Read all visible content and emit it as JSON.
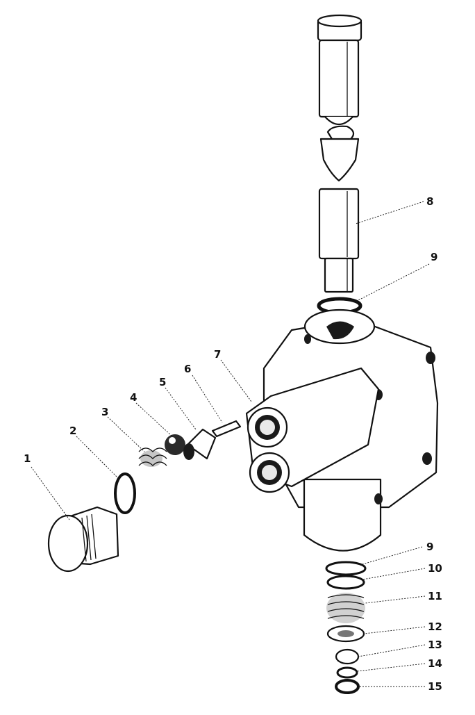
{
  "colors": {
    "ink": "#111111",
    "paper": "#ffffff"
  },
  "callouts": [
    {
      "id": "1",
      "text": "1"
    },
    {
      "id": "2",
      "text": "2"
    },
    {
      "id": "3",
      "text": "3"
    },
    {
      "id": "4",
      "text": "4"
    },
    {
      "id": "5",
      "text": "5"
    },
    {
      "id": "6",
      "text": "6"
    },
    {
      "id": "7",
      "text": "7"
    },
    {
      "id": "8",
      "text": "8"
    },
    {
      "id": "9a",
      "text": "9"
    },
    {
      "id": "9b",
      "text": "9"
    },
    {
      "id": "10",
      "text": "10"
    },
    {
      "id": "11",
      "text": "11"
    },
    {
      "id": "12",
      "text": "12"
    },
    {
      "id": "13",
      "text": "13"
    },
    {
      "id": "14",
      "text": "14"
    },
    {
      "id": "15",
      "text": "15"
    }
  ]
}
